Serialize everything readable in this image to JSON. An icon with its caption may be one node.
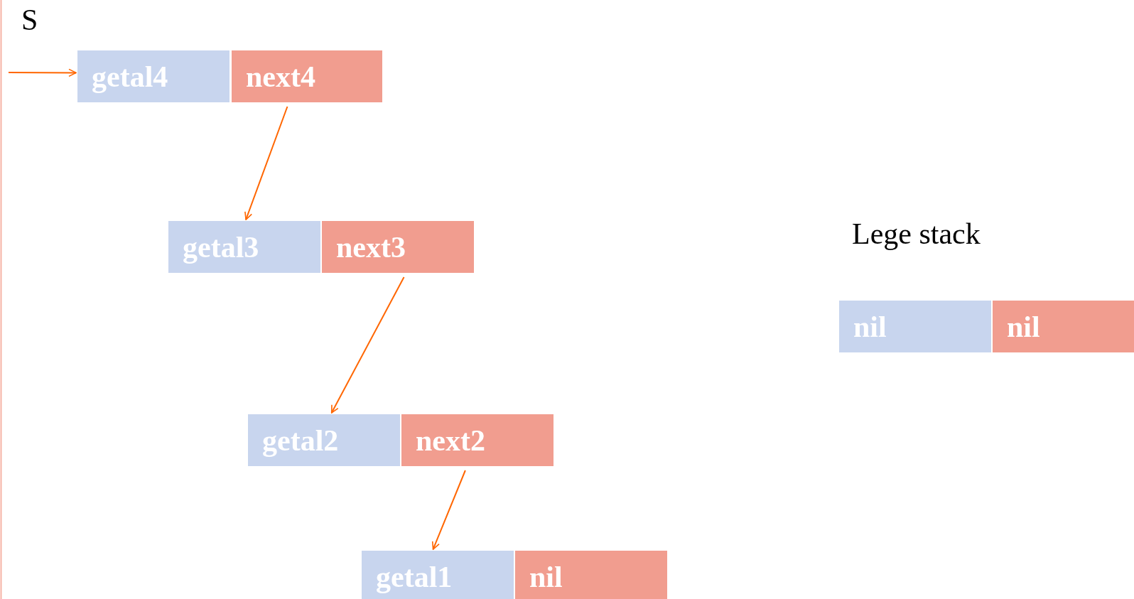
{
  "diagram": {
    "nodes": [
      {
        "text": [
          "getal4"
        ]
      },
      {
        "text": [
          "next4"
        ]
      },
      {
        "text": [
          "getal3"
        ]
      },
      {
        "text": [
          "next3"
        ]
      },
      {
        "text": [
          "getal2"
        ]
      },
      {
        "text": [
          "next2"
        ]
      },
      {
        "text": [
          "getal1"
        ]
      },
      {
        "text": [
          "nil"
        ]
      },
      {
        "text": [
          "nil"
        ]
      },
      {
        "text": [
          "nil"
        ]
      }
    ],
    "edges": [
      {
        "from": null,
        "to": 0,
        "arrow": "to"
      },
      {
        "from": 1,
        "to": 2,
        "arrow": "to"
      },
      {
        "from": 3,
        "to": 4,
        "arrow": "to"
      },
      {
        "from": 5,
        "to": 6,
        "arrow": "to"
      }
    ],
    "labels": [
      "S",
      "Lege stack"
    ]
  }
}
